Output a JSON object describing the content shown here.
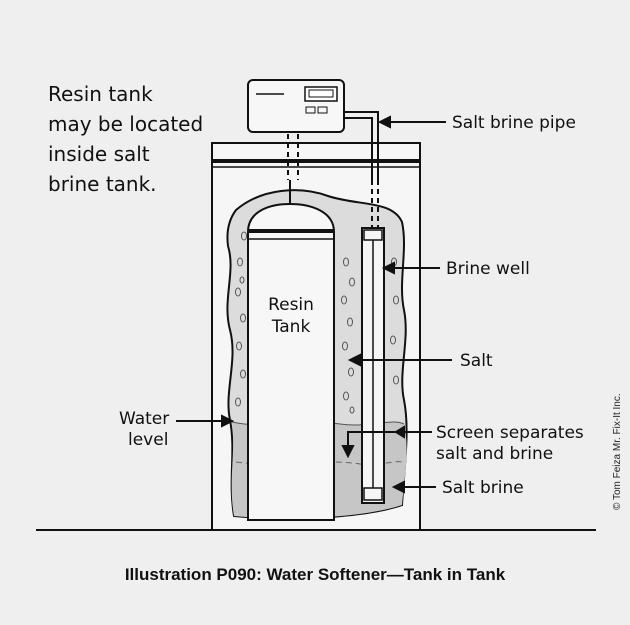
{
  "note": [
    "Resin tank",
    "may be located",
    "inside salt",
    "brine tank."
  ],
  "labels": {
    "salt_brine_pipe": "Salt brine pipe",
    "brine_well": "Brine well",
    "salt": "Salt",
    "screen": [
      "Screen separates",
      "salt and brine"
    ],
    "salt_brine": "Salt brine",
    "water_level": [
      "Water",
      "level"
    ],
    "resin_tank": [
      "Resin",
      "Tank"
    ]
  },
  "caption": "Illustration P090: Water Softener—Tank in Tank",
  "credit": "© Tom Feiza Mr. Fix-It Inc.",
  "colors": {
    "background": "#efefef",
    "line": "#111111",
    "brine_fill": "#cfcfcf",
    "salt_fill": "#dcdcdc"
  }
}
